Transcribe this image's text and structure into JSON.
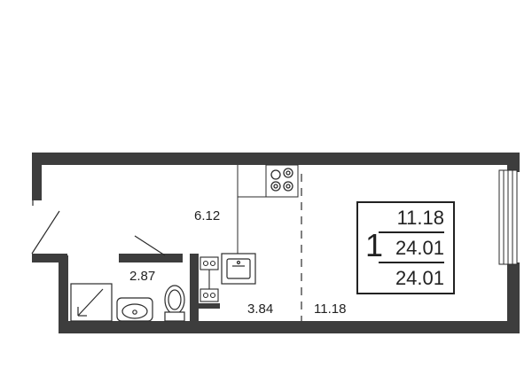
{
  "rooms": {
    "hall": {
      "area": "6.12"
    },
    "bathroom": {
      "area": "2.87"
    },
    "kitchen": {
      "area": "3.84"
    },
    "living": {
      "area": "11.18"
    }
  },
  "legend": {
    "room_count": "1",
    "living_area": "11.18",
    "total_area": "24.01",
    "total_area_alt": "24.01"
  },
  "colors": {
    "wall": "#3d3d3d",
    "line": "#2b2b2b",
    "background": "#ffffff"
  }
}
